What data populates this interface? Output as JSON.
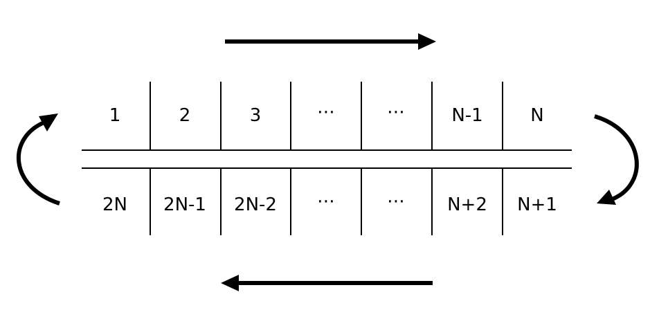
{
  "top_row": [
    "1",
    "2",
    "3",
    "⋯",
    "⋯",
    "N-1",
    "N"
  ],
  "bottom_row": [
    "2N",
    "2N-1",
    "2N-2",
    "⋯",
    "⋯",
    "N+2",
    "N+1"
  ],
  "colors": {
    "ink": "#000000",
    "background": "#ffffff"
  }
}
